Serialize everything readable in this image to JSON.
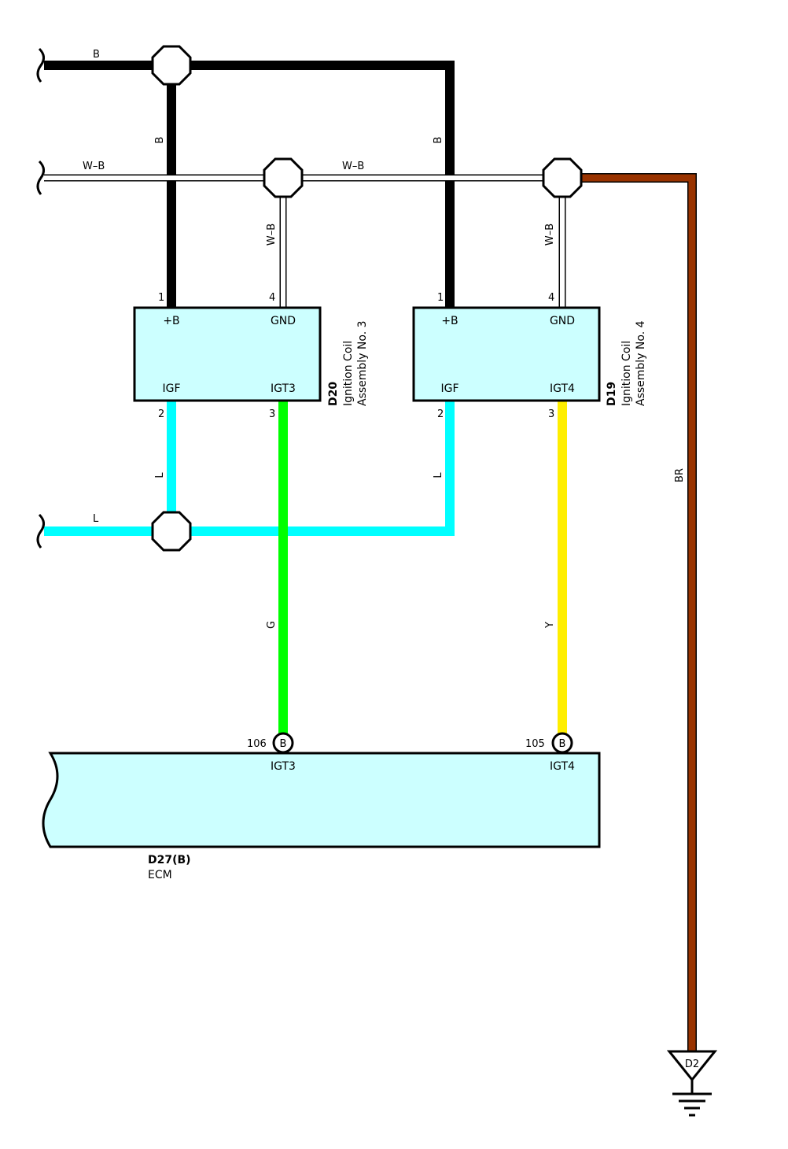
{
  "colors": {
    "B": "#000000",
    "W-B": "#ffffff",
    "L": "#00ffff",
    "G": "#00ff00",
    "Y": "#ffee00",
    "BR": "#993300",
    "component_fill": "#ccffff"
  },
  "wires": {
    "b_top": "B",
    "b_left_drop": "B",
    "b_right_drop": "B",
    "wb_left": "W–B",
    "wb_mid": "W–B",
    "wb_drop_d20": "W–B",
    "wb_drop_d19": "W–B",
    "l_left": "L",
    "l_drop_d20": "L",
    "l_drop_d19": "L",
    "g": "G",
    "y": "Y",
    "br": "BR"
  },
  "components": {
    "d20": {
      "code": "D20",
      "name_line1": "Ignition Coil",
      "name_line2": "Assembly No. 3",
      "pins": [
        {
          "num": "1",
          "label": "+B"
        },
        {
          "num": "4",
          "label": "GND"
        },
        {
          "num": "2",
          "label": "IGF"
        },
        {
          "num": "3",
          "label": "IGT3"
        }
      ]
    },
    "d19": {
      "code": "D19",
      "name_line1": "Ignition Coil",
      "name_line2": "Assembly No. 4",
      "pins": [
        {
          "num": "1",
          "label": "+B"
        },
        {
          "num": "4",
          "label": "GND"
        },
        {
          "num": "2",
          "label": "IGF"
        },
        {
          "num": "3",
          "label": "IGT4"
        }
      ]
    },
    "ecm": {
      "code": "D27(B)",
      "name": "ECM",
      "connector_letter": "B",
      "pins": [
        {
          "num": "106",
          "label": "IGT3"
        },
        {
          "num": "105",
          "label": "IGT4"
        }
      ]
    },
    "ground": {
      "label": "D2"
    }
  }
}
